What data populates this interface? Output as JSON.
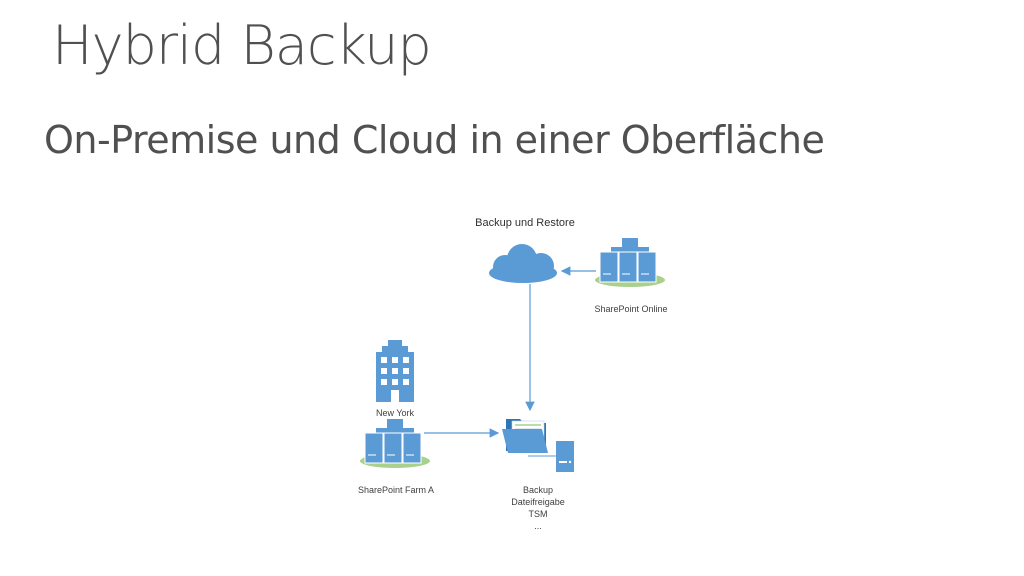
{
  "slide": {
    "title": "Hybrid Backup",
    "subtitle": "On-Premise und Cloud in einer Oberfläche"
  },
  "diagram": {
    "heading": "Backup und Restore",
    "sharepoint_online": "SharePoint Online",
    "new_york": "New York",
    "sharepoint_farm": "SharePoint Farm A",
    "target_lines": [
      "Backup",
      "Dateifreigabe",
      "TSM",
      "..."
    ]
  },
  "colors": {
    "icon_blue": "#5b9bd5",
    "icon_dark": "#2e75b6",
    "base_green": "#a9d18e",
    "arrow": "#5b9bd5",
    "text": "#404040"
  },
  "icons": [
    "cloud-icon",
    "server-cluster-icon",
    "office-building-icon",
    "folder-icon",
    "server-icon"
  ]
}
